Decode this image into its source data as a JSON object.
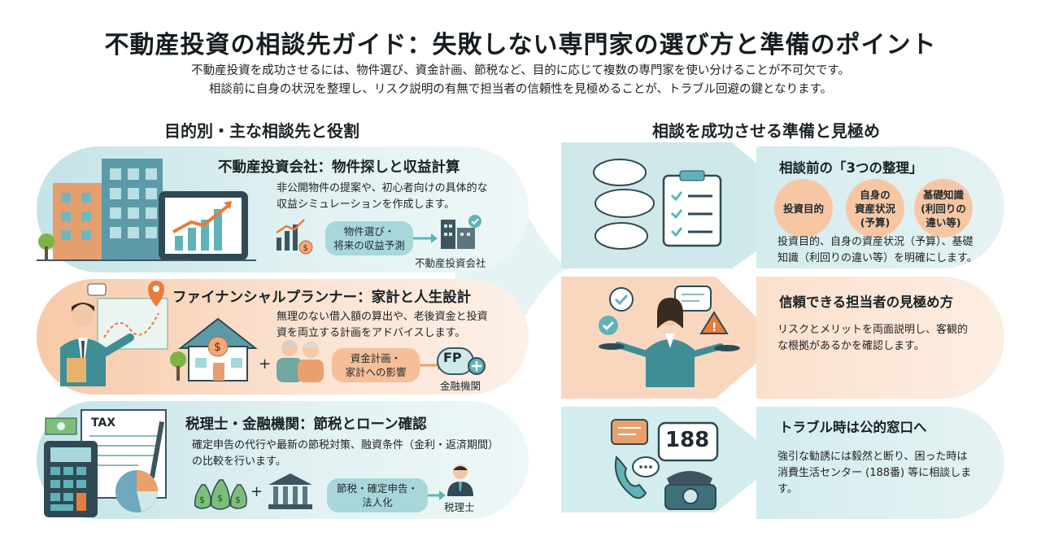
{
  "header": {
    "title": "不動産投資の相談先ガイド：失敗しない専門家の選び方と準備のポイント",
    "subtitle_line1": "不動産投資を成功させるには、物件選び、資金計画、節税など、目的に応じて複数の専門家を使い分けることが不可欠です。",
    "subtitle_line2": "相談前に自身の状況を整理し、リスク説明の有無で担当者の信頼性を見極めることが、トラブル回避の鍵となります。"
  },
  "left_section": {
    "heading": "目的別・主な相談先と役割",
    "cards": [
      {
        "title": "不動産投資会社：物件探しと収益計算",
        "desc_line1": "非公開物件の提案や、初心者向けの具体的な",
        "desc_line2": "収益シミュレーションを作成します。",
        "flow_label_line1": "物件選び・",
        "flow_label_line2": "将来の収益予測",
        "end_label": "不動産投資会社"
      },
      {
        "title": "ファイナンシャルプランナー：家計と人生設計",
        "desc_line1": "無理のない借入額の算出や、老後資金と投資",
        "desc_line2": "資を両立する計画をアドバイスします。",
        "plus": "+",
        "flow_label_line1": "資金計画・",
        "flow_label_line2": "家計への影響",
        "badge": "FP",
        "end_label": "金融機関"
      },
      {
        "title": "税理士・金融機関：節税とローン確認",
        "desc_line1": "確定申告の代行や最新の節税対策、融資条件（金利・返済期間）",
        "desc_line2": "の比較を行います。",
        "plus": "+",
        "flow_label_line1": "節税・確定申告・",
        "flow_label_line2": "法人化",
        "tax_text": "TAX",
        "end_label": "税理士"
      }
    ]
  },
  "right_section": {
    "heading": "相談を成功させる準備と見極め",
    "cards": [
      {
        "title": "相談前の「3つの整理」",
        "circles": [
          {
            "line1": "投資目的",
            "line2": "",
            "line3": ""
          },
          {
            "line1": "自身の",
            "line2": "資産状況",
            "line3": "(予算)"
          },
          {
            "line1": "基礎知識",
            "line2": "(利回りの",
            "line3": "違い等)"
          }
        ],
        "desc_line1": "投資目的、自身の資産状況（予算）、基礎",
        "desc_line2": "知識（利回りの違い等）を明確にします。"
      },
      {
        "title": "信頼できる担当者の見極め方",
        "desc_line1": "リスクとメリットを両面説明し、客観的",
        "desc_line2": "な根拠があるかを確認します。"
      },
      {
        "title": "トラブル時は公的窓口へ",
        "phone_number": "188",
        "desc_line1": "強引な勧誘には毅然と断り、困った時は",
        "desc_line2": "消費生活センター (188番) 等に相談しま",
        "desc_line3": "す。"
      }
    ]
  },
  "colors": {
    "teal_light": "#d3ecee",
    "teal": "#5fb3b8",
    "peach_light": "#fbe0cc",
    "peach": "#f2a97c",
    "dark": "#1f2a2e"
  }
}
